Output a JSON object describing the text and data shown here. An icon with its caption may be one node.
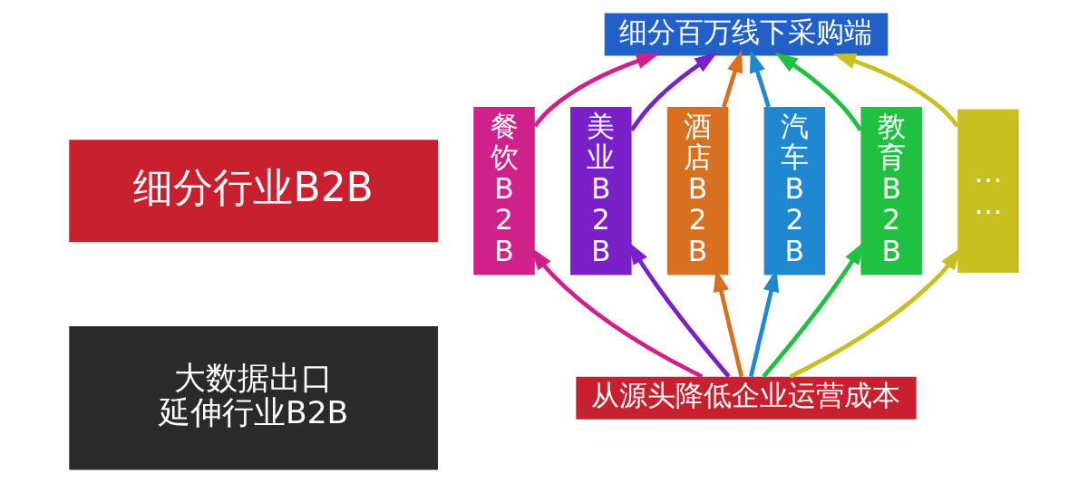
{
  "diagram": {
    "nodes": [
      {
        "text": [
          "细分行业B2B"
        ]
      },
      {
        "text": [
          "大数据出口",
          "延伸行业B2B"
        ]
      },
      {
        "text": [
          "细分百万线下采购端"
        ]
      },
      {
        "text": [
          "餐饮B2B"
        ]
      },
      {
        "text": [
          "美业B2B"
        ]
      },
      {
        "text": [
          "酒店B2B"
        ]
      },
      {
        "text": [
          "汽车B2B"
        ]
      },
      {
        "text": [
          "教育B2B"
        ]
      },
      {
        "text": [
          "……"
        ]
      },
      {
        "text": [
          "从源头降低企业运营成本"
        ]
      }
    ],
    "edges": [
      {
        "from": 9,
        "to": 3,
        "arrow": "to",
        "color": "#d0208a"
      },
      {
        "from": 3,
        "to": 2,
        "arrow": "to",
        "color": "#d0208a"
      },
      {
        "from": 9,
        "to": 4,
        "arrow": "to",
        "color": "#7a20c8"
      },
      {
        "from": 4,
        "to": 2,
        "arrow": "to",
        "color": "#7a20c8"
      },
      {
        "from": 9,
        "to": 5,
        "arrow": "to",
        "color": "#d87020"
      },
      {
        "from": 5,
        "to": 2,
        "arrow": "to",
        "color": "#d87020"
      },
      {
        "from": 9,
        "to": 6,
        "arrow": "to",
        "color": "#2088d0"
      },
      {
        "from": 6,
        "to": 2,
        "arrow": "to",
        "color": "#2088d0"
      },
      {
        "from": 9,
        "to": 7,
        "arrow": "to",
        "color": "#20c040"
      },
      {
        "from": 7,
        "to": 2,
        "arrow": "to",
        "color": "#20c040"
      },
      {
        "from": 9,
        "to": 8,
        "arrow": "to",
        "color": "#c8c020"
      },
      {
        "from": 8,
        "to": 2,
        "arrow": "to",
        "color": "#c8c020"
      }
    ]
  }
}
